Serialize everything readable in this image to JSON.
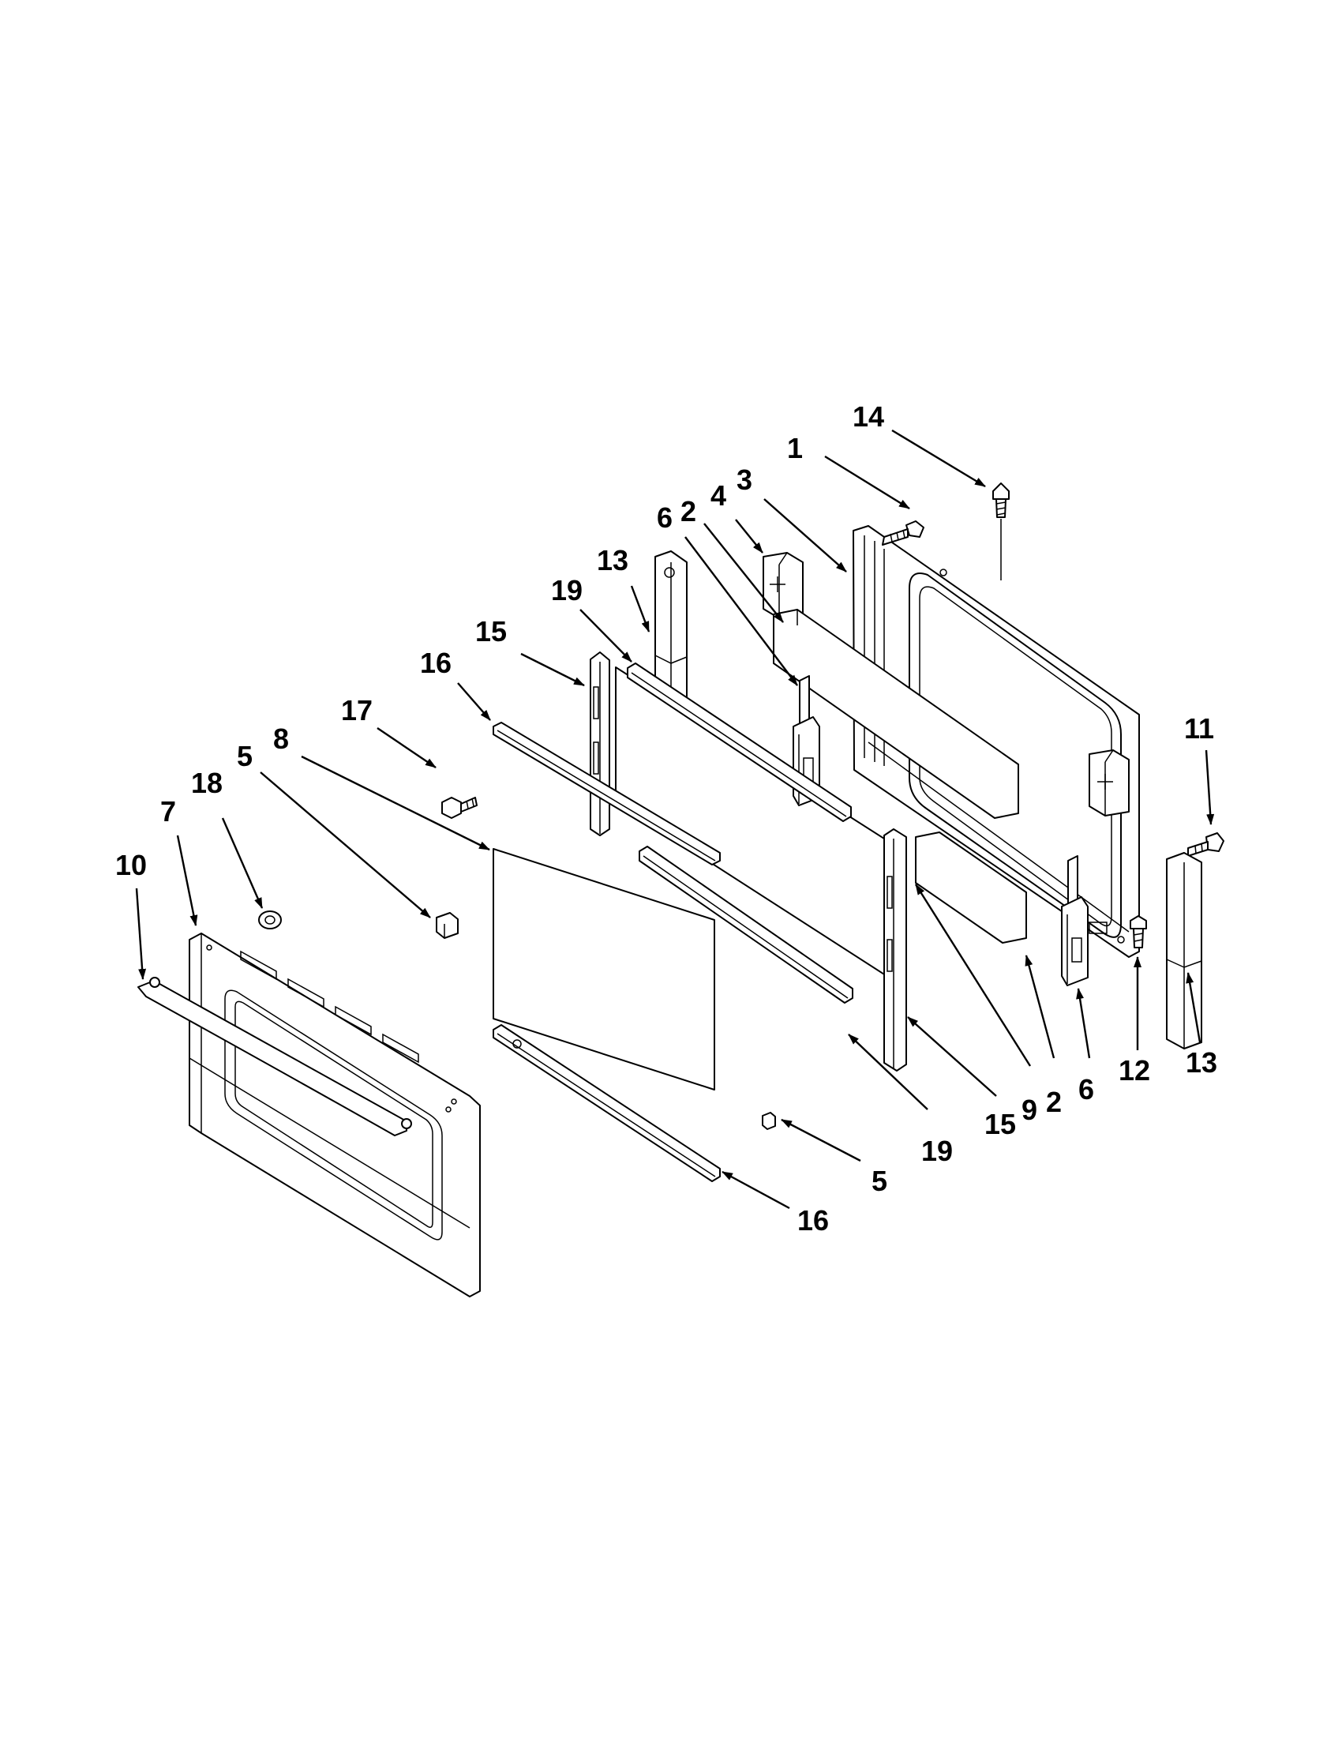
{
  "callouts": [
    {
      "id": "c14",
      "label": "14",
      "part": "screw"
    },
    {
      "id": "c1",
      "label": "1",
      "part": "screw"
    },
    {
      "id": "c4",
      "label": "4",
      "part": "insulation-block"
    },
    {
      "id": "c3",
      "label": "3",
      "part": "inner-door-frame"
    },
    {
      "id": "c2a",
      "label": "2",
      "part": "insulation-strip"
    },
    {
      "id": "c6a",
      "label": "6",
      "part": "hinge"
    },
    {
      "id": "c13a",
      "label": "13",
      "part": "insulation-strip"
    },
    {
      "id": "c19a",
      "label": "19",
      "part": "glass-channel"
    },
    {
      "id": "c15a",
      "label": "15",
      "part": "glass-bracket"
    },
    {
      "id": "c16a",
      "label": "16",
      "part": "glass-retainer"
    },
    {
      "id": "c17",
      "label": "17",
      "part": "screw"
    },
    {
      "id": "c8",
      "label": "8",
      "part": "glass-panel"
    },
    {
      "id": "c5a",
      "label": "5",
      "part": "clip"
    },
    {
      "id": "c18",
      "label": "18",
      "part": "grommet"
    },
    {
      "id": "c7",
      "label": "7",
      "part": "outer-door-panel"
    },
    {
      "id": "c10",
      "label": "10",
      "part": "door-handle"
    },
    {
      "id": "c11",
      "label": "11",
      "part": "screw"
    },
    {
      "id": "c12",
      "label": "12",
      "part": "screw"
    },
    {
      "id": "c13b",
      "label": "13",
      "part": "insulation-strip"
    },
    {
      "id": "c6b",
      "label": "6",
      "part": "hinge"
    },
    {
      "id": "c2b",
      "label": "2",
      "part": "insulation-strip"
    },
    {
      "id": "c9",
      "label": "9",
      "part": "glass-panel"
    },
    {
      "id": "c15b",
      "label": "15",
      "part": "glass-bracket"
    },
    {
      "id": "c19b",
      "label": "19",
      "part": "glass-channel"
    },
    {
      "id": "c5b",
      "label": "5",
      "part": "clip"
    },
    {
      "id": "c16b",
      "label": "16",
      "part": "glass-retainer"
    }
  ]
}
